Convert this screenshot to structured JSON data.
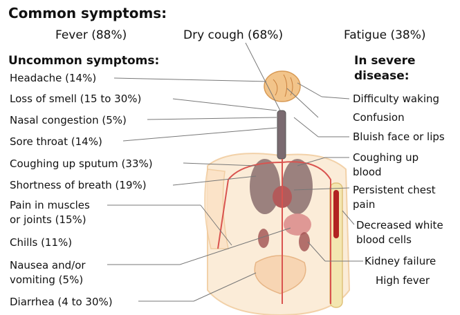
{
  "headings": {
    "common": "Common symptoms:",
    "uncommon": "Uncommon symptoms:",
    "severe_line1": "In severe",
    "severe_line2": "disease:"
  },
  "common_symptoms": [
    "Fever (88%)",
    "Dry cough (68%)",
    "Fatigue (38%)"
  ],
  "uncommon_symptoms": [
    "Headache (14%)",
    "Loss of smell (15 to 30%)",
    "Nasal congestion (5%)",
    "Sore throat (14%)",
    "Coughing up sputum (33%)",
    "Shortness of breath (19%)",
    "Pain in muscles",
    "or joints (15%)",
    "Chills (11%)",
    "Nausea and/or",
    "vomiting (5%)",
    "Diarrhea (4 to 30%)"
  ],
  "severe_symptoms": [
    "Difficulty waking",
    "Confusion",
    "Bluish face or lips",
    "Coughing up",
    "blood",
    "Persistent chest",
    "pain",
    "Decreased white",
    "blood cells",
    "Kidney failure",
    "High fever"
  ],
  "colors": {
    "text": "#111111",
    "leader_line": "#777777",
    "brain": "#f2c48a",
    "body_outline": "#f4d6b0",
    "artery": "#d9534f",
    "lungs": "#8a6e6e",
    "bone": "#f3e6b0",
    "marrow": "#b22222"
  }
}
